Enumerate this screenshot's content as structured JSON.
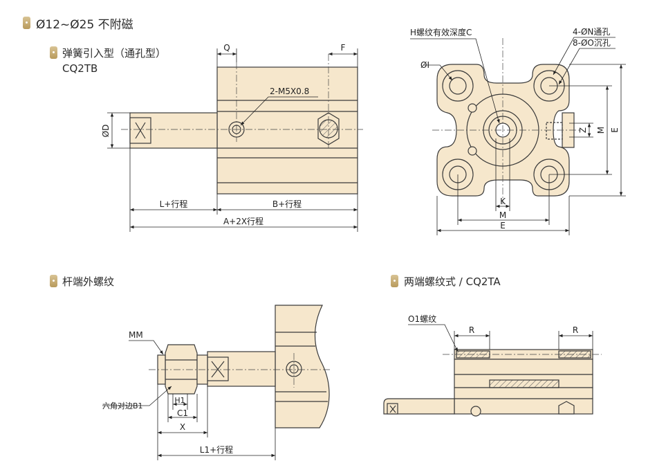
{
  "headers": {
    "main_title": "Ø12~Ø25 不附磁",
    "section1_title": "弹簧引入型（通孔型）",
    "section1_model": "CQ2TB",
    "section2_title": "杆端外螺纹",
    "section3_title": "两端螺纹式 / CQ2TA"
  },
  "labels": {
    "q": "Q",
    "f": "F",
    "port": "2-M5X0.8",
    "d": "ØD",
    "l_stroke": "L+行程",
    "b_stroke": "B+行程",
    "a_stroke": "A+2X行程",
    "h_thread": "H螺纹有效深度C",
    "n_hole": "4-ØN通孔",
    "o_counter": "8-ØO沉孔",
    "i": "ØI",
    "z": "Z",
    "m_v": "M",
    "e_v": "E",
    "k": "K",
    "m_h": "M",
    "e_h": "E",
    "mm": "MM",
    "hex": "六角对边B1",
    "h1": "H1",
    "c1": "C1",
    "x": "X",
    "l1_stroke": "L1+行程",
    "o1_thread": "O1螺纹",
    "r_left": "R",
    "r_right": "R"
  },
  "colors": {
    "body_fill": "#f6e7cc",
    "outline": "#3a3a3a",
    "bullet": "#c4a86e"
  }
}
